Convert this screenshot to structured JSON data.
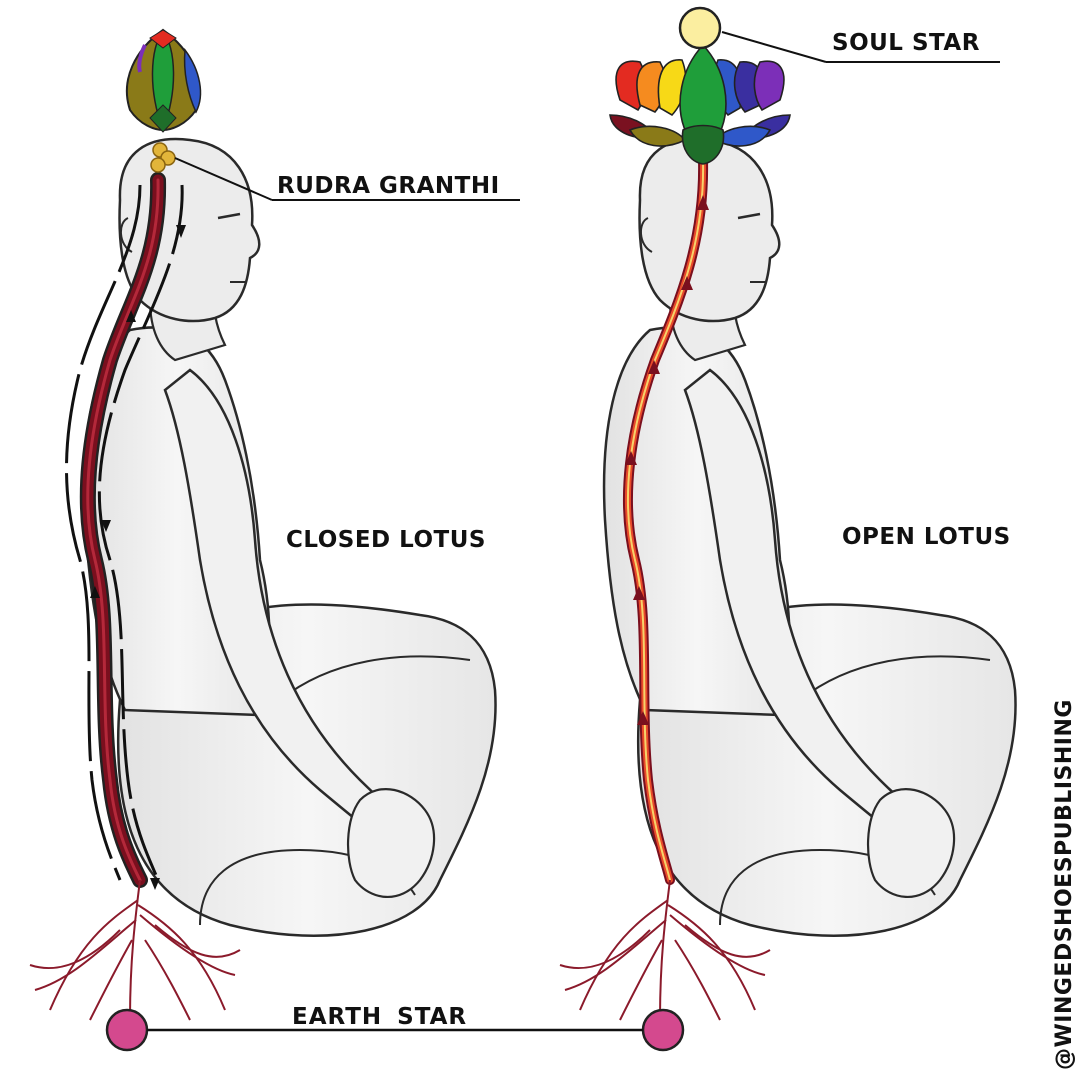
{
  "labels": {
    "rudra_granthi": "RUDRA GRANTHI",
    "soul_star": "SOUL STAR",
    "closed_lotus": "CLOSED LOTUS",
    "open_lotus": "OPEN LOTUS",
    "earth_star": "EARTH STAR",
    "credit": "@WINGEDSHOESPUBLISHING"
  },
  "colors": {
    "body_fill": "#efefef",
    "body_stroke": "#2a2a2a",
    "channel_dark": "#7a0f1e",
    "channel_bright": "#e8492a",
    "channel_core": "#f7d36a",
    "roots": "#8b1a2b",
    "earth_star": "#d4498e",
    "soul_star": "#fbeea0",
    "knot": "#e2b53a",
    "lotus_red": "#e32b21",
    "lotus_orange": "#f58b1f",
    "lotus_yellow": "#f7d917",
    "lotus_green": "#1f9e3a",
    "lotus_blue": "#2f58c9",
    "lotus_indigo": "#3a2fa0",
    "lotus_violet": "#7c2fb8",
    "lotus_olive": "#8a7a18",
    "lotus_maroon": "#7a1120"
  }
}
